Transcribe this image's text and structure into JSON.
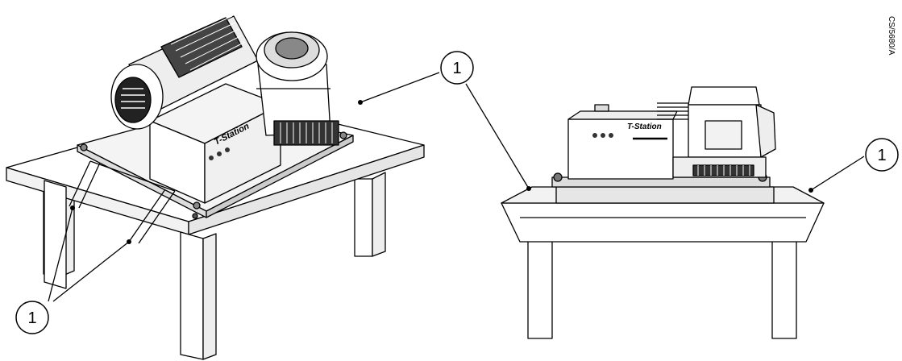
{
  "figure_reference": "CS/5680/A",
  "brand_label": "T-Station",
  "callouts": [
    {
      "label": "1"
    },
    {
      "label": "1"
    },
    {
      "label": "1"
    },
    {
      "label": "1"
    }
  ],
  "colors": {
    "line": "#000000",
    "fill": "#ffffff",
    "shade": "#e6e6e6",
    "dark": "#333333"
  }
}
